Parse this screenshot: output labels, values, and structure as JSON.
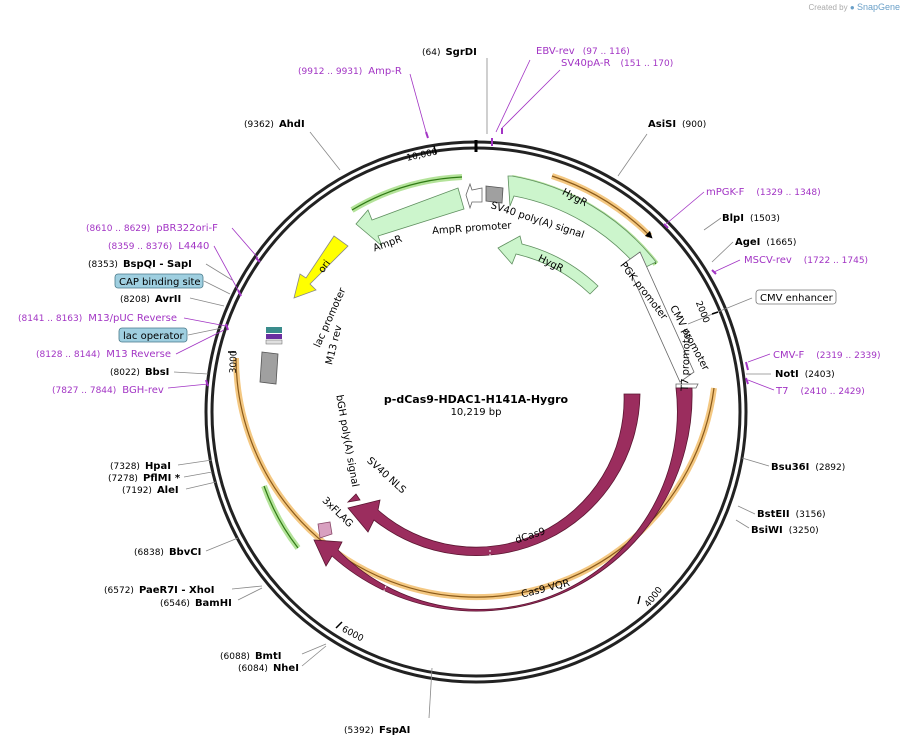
{
  "credit": {
    "prefix": "Created by",
    "brand": "SnapGene"
  },
  "plasmid": {
    "name": "p-dCas9-HDAC1-H141A-Hygro",
    "size_label": "10,219 bp",
    "length": 10219
  },
  "ticks": [
    {
      "pos": 10000,
      "label": "10,000"
    },
    {
      "pos": 2000,
      "label": "2000"
    },
    {
      "pos": 3000,
      "label": "3000"
    },
    {
      "pos": 4000,
      "label": "4000"
    },
    {
      "pos": 6000,
      "label": "6000"
    }
  ],
  "sites": [
    {
      "name": "SgrDI",
      "pos_label": "(64)",
      "side": "L"
    },
    {
      "name": "AsiSI",
      "pos_label": "(900)",
      "side": "R"
    },
    {
      "name": "BlpI",
      "pos_label": "(1503)",
      "side": "R"
    },
    {
      "name": "AgeI",
      "pos_label": "(1665)",
      "side": "R"
    },
    {
      "name": "NotI",
      "pos_label": "(2403)",
      "side": "R"
    },
    {
      "name": "Bsu36I",
      "pos_label": "(2892)",
      "side": "R"
    },
    {
      "name": "BstEII",
      "pos_label": "(3156)",
      "side": "R"
    },
    {
      "name": "BsiWI",
      "pos_label": "(3250)",
      "side": "R"
    },
    {
      "name": "FspAI",
      "pos_label": "(5392)",
      "side": "L"
    },
    {
      "name": "NheI",
      "pos_label": "(6084)",
      "side": "L"
    },
    {
      "name": "BmtI",
      "pos_label": "(6088)",
      "side": "L"
    },
    {
      "name": "BamHI",
      "pos_label": "(6546)",
      "side": "L"
    },
    {
      "name": "PaeR7I - XhoI",
      "pos_label": "(6572)",
      "side": "L"
    },
    {
      "name": "BbvCI",
      "pos_label": "(6838)",
      "side": "L"
    },
    {
      "name": "AleI",
      "pos_label": "(7192)",
      "side": "L"
    },
    {
      "name": "PflMI *",
      "pos_label": "(7278)",
      "side": "L"
    },
    {
      "name": "HpaI",
      "pos_label": "(7328)",
      "side": "L"
    },
    {
      "name": "BbsI",
      "pos_label": "(8022)",
      "side": "L"
    },
    {
      "name": "AvrII",
      "pos_label": "(8208)",
      "side": "L"
    },
    {
      "name": "BspQI - SapI",
      "pos_label": "(8353)",
      "side": "L"
    },
    {
      "name": "AhdI",
      "pos_label": "(9362)",
      "side": "L"
    }
  ],
  "primers": [
    {
      "name": "EBV-rev",
      "pos_label": "(97 .. 116)"
    },
    {
      "name": "SV40pA-R",
      "pos_label": "(151 .. 170)"
    },
    {
      "name": "Amp-R",
      "pos_label": "(9912 .. 9931)"
    },
    {
      "name": "mPGK-F",
      "pos_label": "(1329 .. 1348)"
    },
    {
      "name": "MSCV-rev",
      "pos_label": "(1722 .. 1745)"
    },
    {
      "name": "CMV-F",
      "pos_label": "(2319 .. 2339)"
    },
    {
      "name": "T7",
      "pos_label": "(2410 .. 2429)"
    },
    {
      "name": "pBR322ori-F",
      "pos_label": "(8610 .. 8629)"
    },
    {
      "name": "L4440",
      "pos_label": "(8359 .. 8376)"
    },
    {
      "name": "M13/pUC Reverse",
      "pos_label": "(8141 .. 8163)"
    },
    {
      "name": "M13 Reverse",
      "pos_label": "(8128 .. 8144)"
    },
    {
      "name": "BGH-rev",
      "pos_label": "(7827 .. 7844)"
    }
  ],
  "boxed": [
    {
      "name": "CMV enhancer",
      "style": "plain"
    },
    {
      "name": "CAP binding site",
      "style": "blue"
    },
    {
      "name": "lac operator",
      "style": "blue"
    }
  ],
  "features": {
    "ampr": "AmpR",
    "ampr_promoter": "AmpR promoter",
    "sv40_polya": "SV40 poly(A) signal",
    "hygr_outer": "HygR",
    "hygr_inner": "HygR",
    "pgk_promoter": "PGK promoter",
    "cmv_promoter": "CMV promoter",
    "t7_promoter": "T7 promoter",
    "ori": "ori",
    "lac_promoter": "lac promoter",
    "m13_rev": "M13 rev",
    "bgh_polya": "bGH poly(A) signal",
    "dcas9": "dCas9",
    "cas9_vqr": "Cas9 VQR",
    "sv40_nls": "SV40 NLS",
    "flag": "3xFLAG"
  },
  "colors": {
    "dcas9": "#9b2d5e",
    "resistance_fill": "#ccf5cc",
    "resistance_stroke": "#7aa87a",
    "ori": "#ffff00",
    "orange_arc": "#e8a23a",
    "green_arc": "#3a9a1a",
    "primer": "#a234c4",
    "promoter_fill": "#ffffff",
    "box_blue": "#9fcfe0"
  }
}
